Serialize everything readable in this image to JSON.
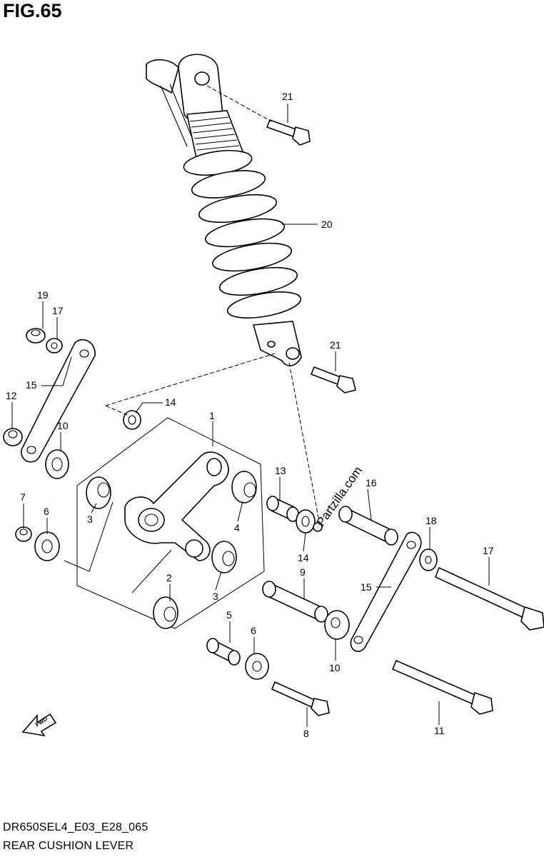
{
  "figure": {
    "title": "FIG.65",
    "model_code": "DR650SEL4_E03_E28_065",
    "name": "REAR CUSHION LEVER"
  },
  "watermark": "Partzilla.com",
  "fwd_label": "FWD",
  "callouts": [
    {
      "id": "c-1",
      "label": "1"
    },
    {
      "id": "c-2",
      "label": "2"
    },
    {
      "id": "c-3a",
      "label": "3"
    },
    {
      "id": "c-3b",
      "label": "3"
    },
    {
      "id": "c-4",
      "label": "4"
    },
    {
      "id": "c-5",
      "label": "5"
    },
    {
      "id": "c-6a",
      "label": "6"
    },
    {
      "id": "c-6b",
      "label": "6"
    },
    {
      "id": "c-7",
      "label": "7"
    },
    {
      "id": "c-8",
      "label": "8"
    },
    {
      "id": "c-9",
      "label": "9"
    },
    {
      "id": "c-10a",
      "label": "10"
    },
    {
      "id": "c-10b",
      "label": "10"
    },
    {
      "id": "c-11",
      "label": "11"
    },
    {
      "id": "c-12",
      "label": "12"
    },
    {
      "id": "c-13",
      "label": "13"
    },
    {
      "id": "c-14a",
      "label": "14"
    },
    {
      "id": "c-14b",
      "label": "14"
    },
    {
      "id": "c-15a",
      "label": "15"
    },
    {
      "id": "c-15b",
      "label": "15"
    },
    {
      "id": "c-16",
      "label": "16"
    },
    {
      "id": "c-17a",
      "label": "17"
    },
    {
      "id": "c-17b",
      "label": "17"
    },
    {
      "id": "c-18",
      "label": "18"
    },
    {
      "id": "c-19",
      "label": "19"
    },
    {
      "id": "c-20",
      "label": "20"
    },
    {
      "id": "c-21a",
      "label": "21"
    },
    {
      "id": "c-21b",
      "label": "21"
    }
  ]
}
